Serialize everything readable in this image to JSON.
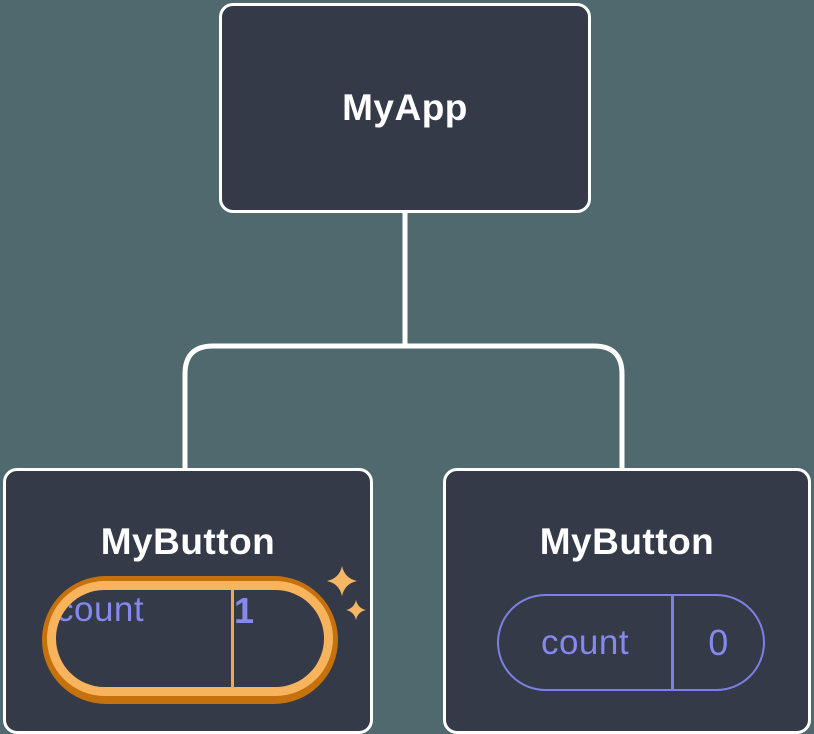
{
  "diagram": {
    "root": {
      "label": "MyApp"
    },
    "children": [
      {
        "title": "MyButton",
        "state": {
          "label": "count",
          "value": "1"
        },
        "highlighted": true
      },
      {
        "title": "MyButton",
        "state": {
          "label": "count",
          "value": "0"
        },
        "highlighted": false
      }
    ]
  },
  "icons": {
    "sparkles": "sparkles-icon"
  },
  "colors": {
    "background": "#50696e",
    "node_fill": "#343a47",
    "node_border": "#ffffff",
    "connector": "#ffffff",
    "text_primary": "#ffffff",
    "purple_text": "#8588ec",
    "purple_border": "#7c80e2",
    "orange_outer": "#c4710e",
    "orange_inner": "#f8b45c",
    "orange_divider": "#f0a94e",
    "sparkle": "#f5b763"
  }
}
